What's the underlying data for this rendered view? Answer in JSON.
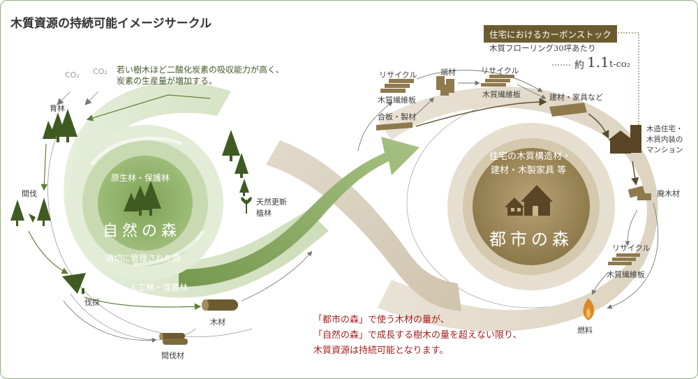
{
  "title": "木質資源の持続可能イメージサークル",
  "top_note": [
    "若い樹木ほど二酸化炭素の吸収能力が高く、",
    "炭素の生産量が増加する。"
  ],
  "co2": "CO₂",
  "forest": {
    "ikurin": "育林",
    "kanbatsu": "間伐",
    "bassai": "伐採",
    "mokuzai": "木材",
    "kanbatsuzai": "間伐材",
    "primeval": "原生林・保護林",
    "nature_forest": "自然の森",
    "managed": "適切に管理された森",
    "artificial": "人工林・混農林",
    "natural_regen": [
      "天然更新",
      "植林"
    ]
  },
  "flow": {
    "recycle1": "リサイクル",
    "fiberboard1": "木質繊維板",
    "plywood": "合板・製材",
    "endwood": "端材",
    "recycle2": "リサイクル",
    "fiberboard2": "木質繊維板",
    "building_furniture": "建材・家具など"
  },
  "carbon": {
    "label": "住宅におけるカーボンストック",
    "sub": "木質フローリング30坪あたり",
    "value_prefix": "約",
    "value": "1.1",
    "unit": "t-co₂"
  },
  "city": {
    "wooden_house": [
      "木造住宅・",
      "木質内装の",
      "マンション"
    ],
    "waste": "廃木材",
    "recycle3": "リサイクル",
    "fiberboard3": "木質繊維板",
    "fuel": "燃料",
    "desc": [
      "住宅の木質構造材・",
      "建材・木製家具 等"
    ],
    "city_forest": "都市の森"
  },
  "conclusion": [
    "「都市の森」で使う木材の量が、",
    "「自然の森」で成長する樹木の量を超えない限り、",
    "木質資源は持続可能となります。"
  ],
  "colors": {
    "green_dark": "#5f7f3a",
    "green_light": "#c6d8ae",
    "brown": "#8f7a4d",
    "tan": "#cdbf9e",
    "red": "#a51e1e"
  }
}
